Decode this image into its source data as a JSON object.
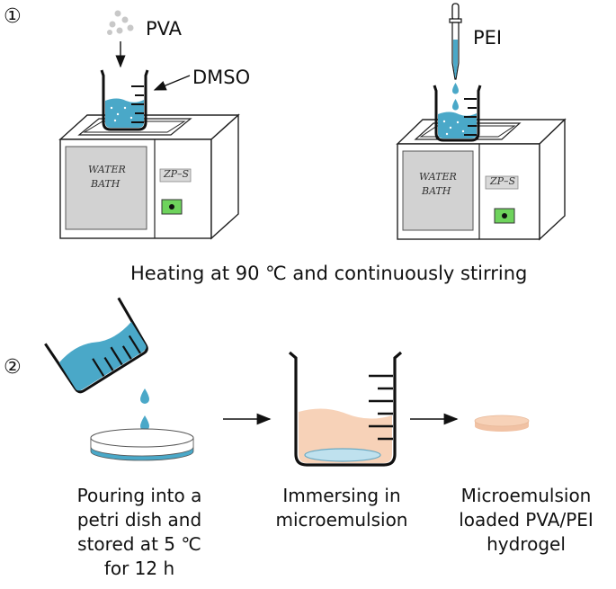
{
  "step1_marker": "①",
  "step2_marker": "②",
  "step1": {
    "pva": "PVA",
    "dmso": "DMSO",
    "pei": "PEI",
    "water_bath_line1": "WATER",
    "water_bath_line2": "BATH",
    "model": "ZP–S",
    "caption": "Heating at 90 ℃ and  continuously stirring"
  },
  "step2": {
    "caption_pour_l1": "Pouring into a",
    "caption_pour_l2": "petri dish and",
    "caption_pour_l3": "stored at 5 ℃",
    "caption_pour_l4": "for 12 h",
    "caption_immerse_l1": "Immersing in",
    "caption_immerse_l2": "microemulsion",
    "caption_result_l1": "Microemulsion",
    "caption_result_l2": "loaded PVA/PEI",
    "caption_result_l3": "hydrogel"
  },
  "colors": {
    "blue": "#4aa8c8",
    "peach": "#f7d2b8",
    "green": "#6ed35c",
    "gray_panel": "#d2d2d2"
  }
}
